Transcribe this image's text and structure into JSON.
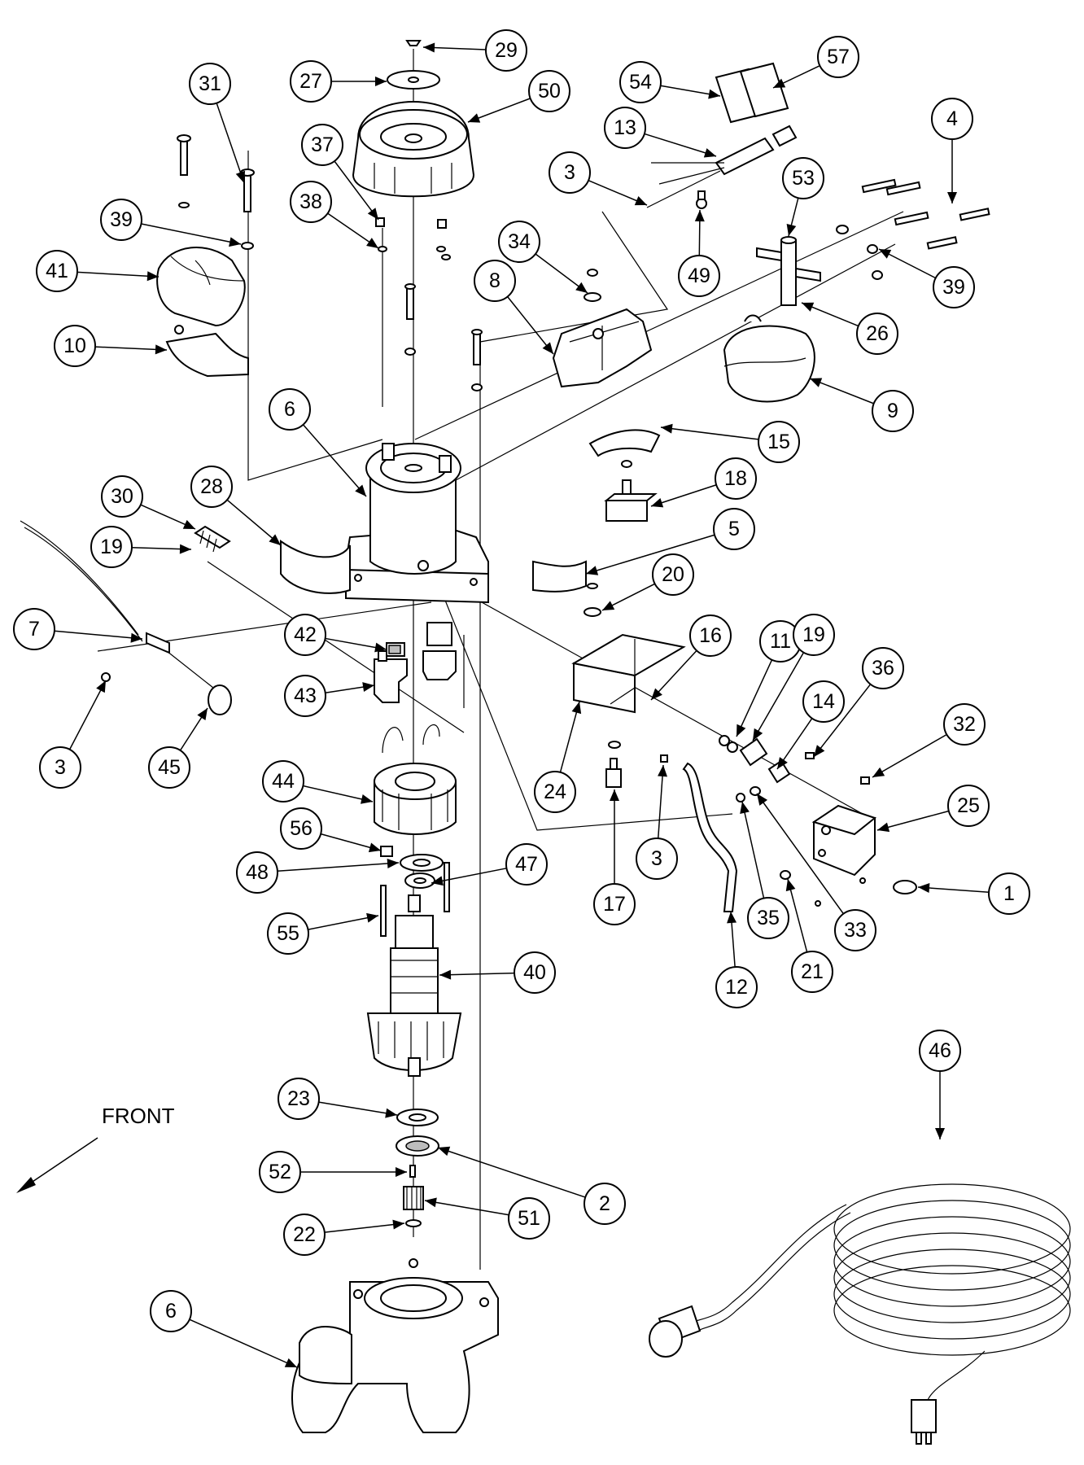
{
  "figure": {
    "direction_label": "FRONT"
  },
  "callouts": [
    {
      "id": "c29a",
      "label": "29"
    },
    {
      "id": "c27",
      "label": "27"
    },
    {
      "id": "c50",
      "label": "50"
    },
    {
      "id": "c31",
      "label": "31"
    },
    {
      "id": "c37",
      "label": "37"
    },
    {
      "id": "c38",
      "label": "38"
    },
    {
      "id": "c39a",
      "label": "39"
    },
    {
      "id": "c41",
      "label": "41"
    },
    {
      "id": "c10",
      "label": "10"
    },
    {
      "id": "c6a",
      "label": "6"
    },
    {
      "id": "c28",
      "label": "28"
    },
    {
      "id": "c30",
      "label": "30"
    },
    {
      "id": "c19a",
      "label": "19"
    },
    {
      "id": "c7",
      "label": "7"
    },
    {
      "id": "c3a",
      "label": "3"
    },
    {
      "id": "c45",
      "label": "45"
    },
    {
      "id": "c42",
      "label": "42"
    },
    {
      "id": "c43",
      "label": "43"
    },
    {
      "id": "c44",
      "label": "44"
    },
    {
      "id": "c56",
      "label": "56"
    },
    {
      "id": "c48",
      "label": "48"
    },
    {
      "id": "c47",
      "label": "47"
    },
    {
      "id": "c55",
      "label": "55"
    },
    {
      "id": "c40",
      "label": "40"
    },
    {
      "id": "c23",
      "label": "23"
    },
    {
      "id": "c52",
      "label": "52"
    },
    {
      "id": "c2",
      "label": "2"
    },
    {
      "id": "c51",
      "label": "51"
    },
    {
      "id": "c22",
      "label": "22"
    },
    {
      "id": "c6b",
      "label": "6"
    },
    {
      "id": "c54",
      "label": "54"
    },
    {
      "id": "c57",
      "label": "57"
    },
    {
      "id": "c13",
      "label": "13"
    },
    {
      "id": "c3b",
      "label": "3"
    },
    {
      "id": "c34",
      "label": "34"
    },
    {
      "id": "c49",
      "label": "49"
    },
    {
      "id": "c8",
      "label": "8"
    },
    {
      "id": "c53",
      "label": "53"
    },
    {
      "id": "c4",
      "label": "4"
    },
    {
      "id": "c39b",
      "label": "39"
    },
    {
      "id": "c26",
      "label": "26"
    },
    {
      "id": "c9",
      "label": "9"
    },
    {
      "id": "c15",
      "label": "15"
    },
    {
      "id": "c18",
      "label": "18"
    },
    {
      "id": "c5",
      "label": "5"
    },
    {
      "id": "c20",
      "label": "20"
    },
    {
      "id": "c16",
      "label": "16"
    },
    {
      "id": "c11",
      "label": "11"
    },
    {
      "id": "c19b",
      "label": "19"
    },
    {
      "id": "c36",
      "label": "36"
    },
    {
      "id": "c14",
      "label": "14"
    },
    {
      "id": "c32",
      "label": "32"
    },
    {
      "id": "c24",
      "label": "24"
    },
    {
      "id": "c17",
      "label": "17"
    },
    {
      "id": "c3c",
      "label": "3"
    },
    {
      "id": "c25",
      "label": "25"
    },
    {
      "id": "c1",
      "label": "1"
    },
    {
      "id": "c35",
      "label": "35"
    },
    {
      "id": "c33",
      "label": "33"
    },
    {
      "id": "c21",
      "label": "21"
    },
    {
      "id": "c12",
      "label": "12"
    },
    {
      "id": "c46",
      "label": "46"
    }
  ]
}
